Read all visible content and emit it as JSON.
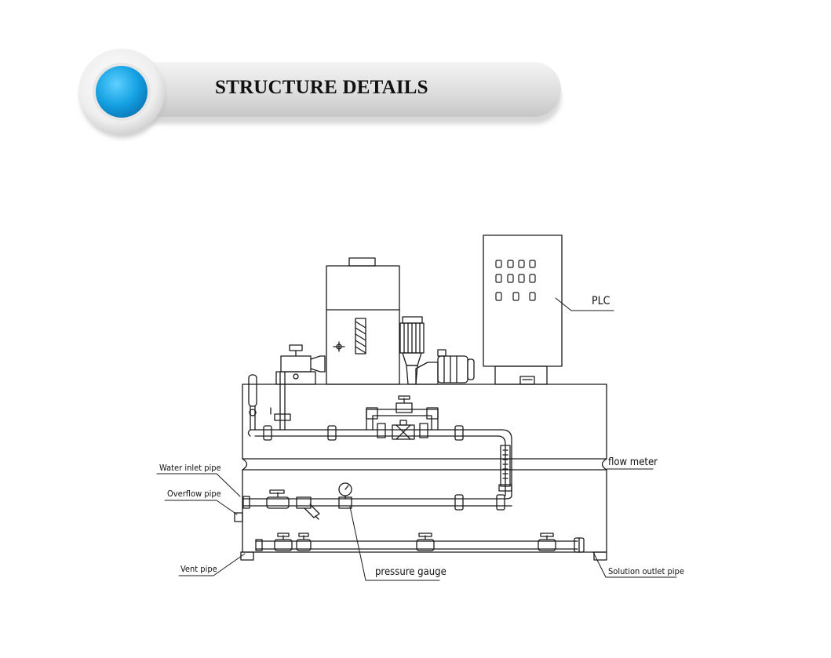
{
  "banner": {
    "title": "STRUCTURE DETAILS",
    "accent_color": "#1aa3e0",
    "icon": "blue-circle-icon"
  },
  "diagram": {
    "labels": {
      "plc": "PLC",
      "flow_meter": "flow meter",
      "water_inlet_pipe": "Water inlet pipe",
      "overflow_pipe": "Overflow pipe",
      "vent_pipe": "Vent pipe",
      "pressure_gauge": "pressure gauge",
      "solution_outlet_pipe": "Solution outlet pipe"
    }
  }
}
